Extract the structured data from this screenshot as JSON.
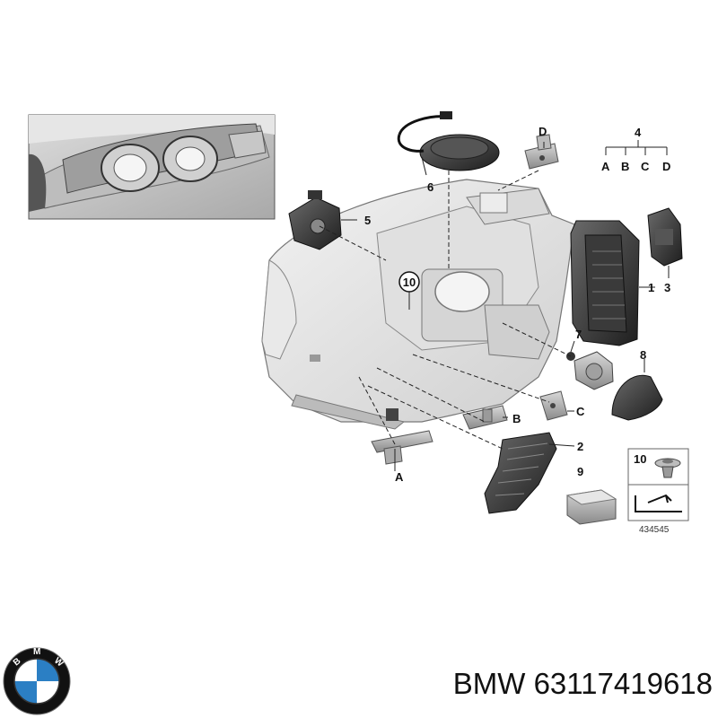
{
  "callouts": {
    "c1": "1",
    "c2": "2",
    "c3": "3",
    "c4": "4",
    "c5": "5",
    "c6": "6",
    "c7": "7",
    "c8": "8",
    "c9": "9",
    "c10": "10",
    "cA": "A",
    "cB": "B",
    "cC": "C",
    "cD": "D"
  },
  "tree": {
    "root": "4",
    "leaves": [
      "A",
      "B",
      "C",
      "D"
    ]
  },
  "inset_box": {
    "label": "10"
  },
  "sheet_number": "434545",
  "footer": {
    "brand": "BMW",
    "part_number": "63117419618"
  },
  "logo": {
    "letters": "BMW",
    "colors": {
      "ring": "#111111",
      "blue": "#2b7fc4",
      "white": "#ffffff"
    }
  },
  "icons": [
    "bmw-logo-icon",
    "headlight-photo-icon"
  ]
}
